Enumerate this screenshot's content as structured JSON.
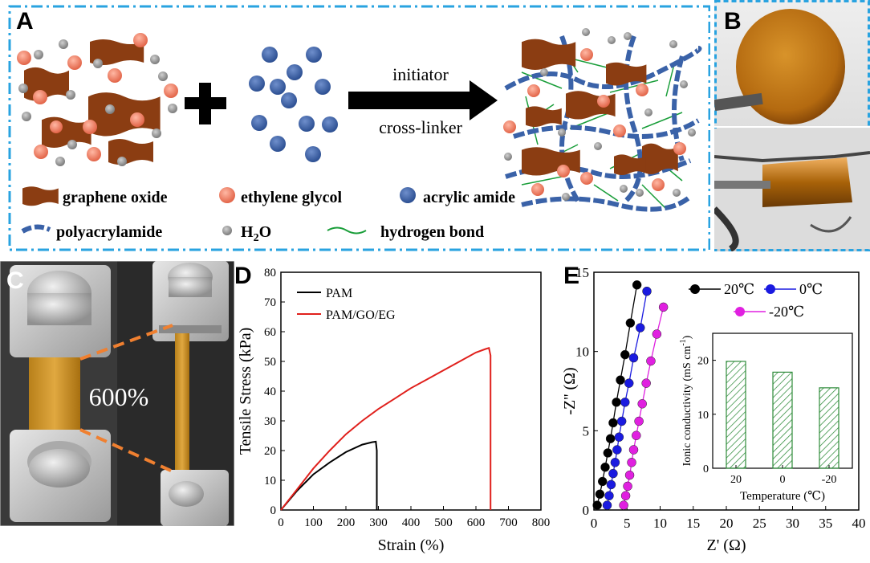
{
  "panelA": {
    "label": "A",
    "arrow_top": "initiator",
    "arrow_bottom": "cross-linker",
    "legend": {
      "graphene_oxide": "graphene oxide",
      "ethylene_glycol": "ethylene glycol",
      "acrylic_amide": "acrylic amide",
      "polyacrylamide": "polyacrylamide",
      "water": "H",
      "water_sub": "2",
      "water_tail": "O",
      "hydrogen_bond": "hydrogen bond"
    },
    "colors": {
      "frame": "#29a3e0",
      "go": "#8b3d12",
      "eg": "#f0826a",
      "am": "#3a62a8",
      "pam": "#3a62a8",
      "h2o": "#8c8c8c",
      "hbond": "#1a9e3a"
    }
  },
  "panelB": {
    "label": "B"
  },
  "panelC": {
    "label": "C",
    "strain_text": "600%"
  },
  "panelD": {
    "label": "D",
    "chart_data": {
      "type": "line",
      "xlabel": "Strain (%)",
      "ylabel": "Tensile Stress (kPa)",
      "xlim": [
        0,
        800
      ],
      "ylim": [
        0,
        80
      ],
      "xticks": [
        "0",
        "100",
        "200",
        "300",
        "400",
        "500",
        "600",
        "700",
        "800"
      ],
      "yticks": [
        "0",
        "10",
        "20",
        "30",
        "40",
        "50",
        "60",
        "70",
        "80"
      ],
      "series": [
        {
          "name": "PAM",
          "color": "#000000",
          "x": [
            0,
            50,
            100,
            150,
            200,
            250,
            280,
            292,
            295,
            295
          ],
          "y": [
            0,
            6.5,
            12,
            16,
            19.5,
            22,
            22.8,
            23,
            20,
            0
          ]
        },
        {
          "name": "PAM/GO/EG",
          "color": "#e0201c",
          "x": [
            0,
            50,
            100,
            150,
            200,
            250,
            300,
            350,
            400,
            450,
            500,
            550,
            600,
            630,
            640,
            645,
            645
          ],
          "y": [
            0,
            7,
            14,
            20,
            25.5,
            30,
            34,
            37.5,
            41,
            44,
            47,
            50,
            53,
            54.2,
            54.5,
            52,
            0
          ]
        }
      ]
    }
  },
  "panelE": {
    "label": "E",
    "chart_data": [
      {
        "type": "scatter",
        "xlabel": "Z' (Ω)",
        "ylabel": "-Z'' (Ω)",
        "xlim": [
          0,
          40
        ],
        "ylim": [
          0,
          15
        ],
        "xticks": [
          "0",
          "5",
          "10",
          "15",
          "20",
          "25",
          "30",
          "35",
          "40"
        ],
        "yticks": [
          "0",
          "5",
          "10",
          "15"
        ],
        "series": [
          {
            "name": "20℃",
            "color": "#000000",
            "x": [
              0.5,
              0.9,
              1.3,
              1.7,
              2.1,
              2.5,
              2.9,
              3.4,
              4.0,
              4.7,
              5.5,
              6.5
            ],
            "y": [
              0.3,
              1.0,
              1.8,
              2.7,
              3.6,
              4.5,
              5.5,
              6.8,
              8.2,
              9.8,
              11.8,
              14.2
            ]
          },
          {
            "name": "0℃",
            "color": "#1a1ae0",
            "x": [
              2.0,
              2.3,
              2.6,
              2.9,
              3.2,
              3.5,
              3.8,
              4.2,
              4.7,
              5.3,
              6.0,
              7.0,
              8.0
            ],
            "y": [
              0.3,
              0.9,
              1.6,
              2.3,
              3.0,
              3.8,
              4.6,
              5.6,
              6.8,
              8.0,
              9.6,
              11.5,
              13.8
            ]
          },
          {
            "name": "-20℃",
            "color": "#e020e0",
            "x": [
              4.5,
              4.8,
              5.1,
              5.4,
              5.7,
              6.0,
              6.4,
              6.8,
              7.3,
              7.9,
              8.6,
              9.5,
              10.5
            ],
            "y": [
              0.3,
              0.9,
              1.5,
              2.2,
              3.0,
              3.8,
              4.7,
              5.6,
              6.7,
              8.0,
              9.4,
              11.1,
              12.8
            ]
          }
        ]
      },
      {
        "type": "bar",
        "xlabel": "Temperature (℃)",
        "ylabel": "Ionic conductivity (mS cm",
        "ylabel_sup": "-1",
        "ylabel_tail": ")",
        "categories": [
          "20",
          "0",
          "-20"
        ],
        "values": [
          19.8,
          17.8,
          14.9
        ],
        "ylim": [
          0,
          25
        ],
        "yticks": [
          "0",
          "10",
          "20"
        ]
      }
    ]
  }
}
